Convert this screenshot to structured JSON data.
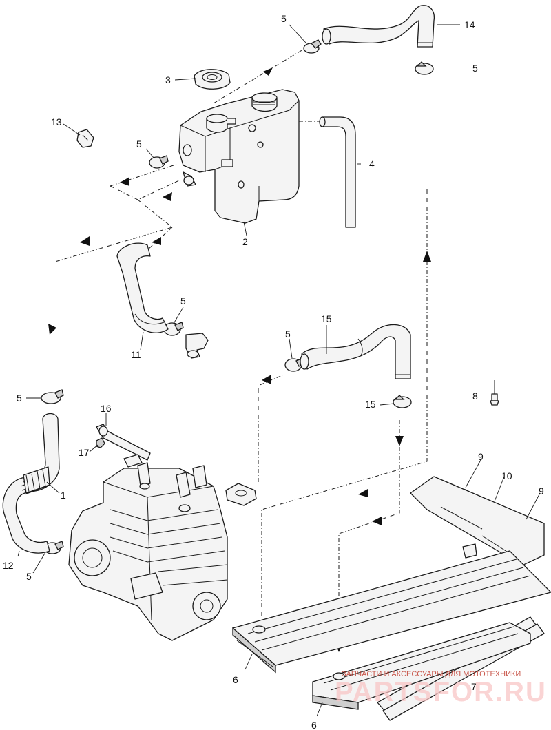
{
  "callouts": {
    "c1": "1",
    "c2": "2",
    "c3": "3",
    "c4": "4",
    "c5a": "5",
    "c5b": "5",
    "c5c": "5",
    "c5d": "5",
    "c5e": "5",
    "c5f": "5",
    "c6a": "6",
    "c6b": "6",
    "c7": "7",
    "c8": "8",
    "c9a": "9",
    "c9b": "9",
    "c10": "10",
    "c11": "11",
    "c12": "12",
    "c13": "13",
    "c14": "14",
    "c15a": "15",
    "c15b": "15",
    "c16": "16",
    "c17": "17"
  },
  "watermark": {
    "tagline": "ЗАПЧАСТИ И АКСЕССУАРЫ ДЛЯ МОТОТЕХНИКИ",
    "logo": "PARTSFOR.RU"
  },
  "colors": {
    "line": "#1a1a1a",
    "watermark_text": "#c0392b",
    "watermark_logo": "#f8c6c6"
  }
}
